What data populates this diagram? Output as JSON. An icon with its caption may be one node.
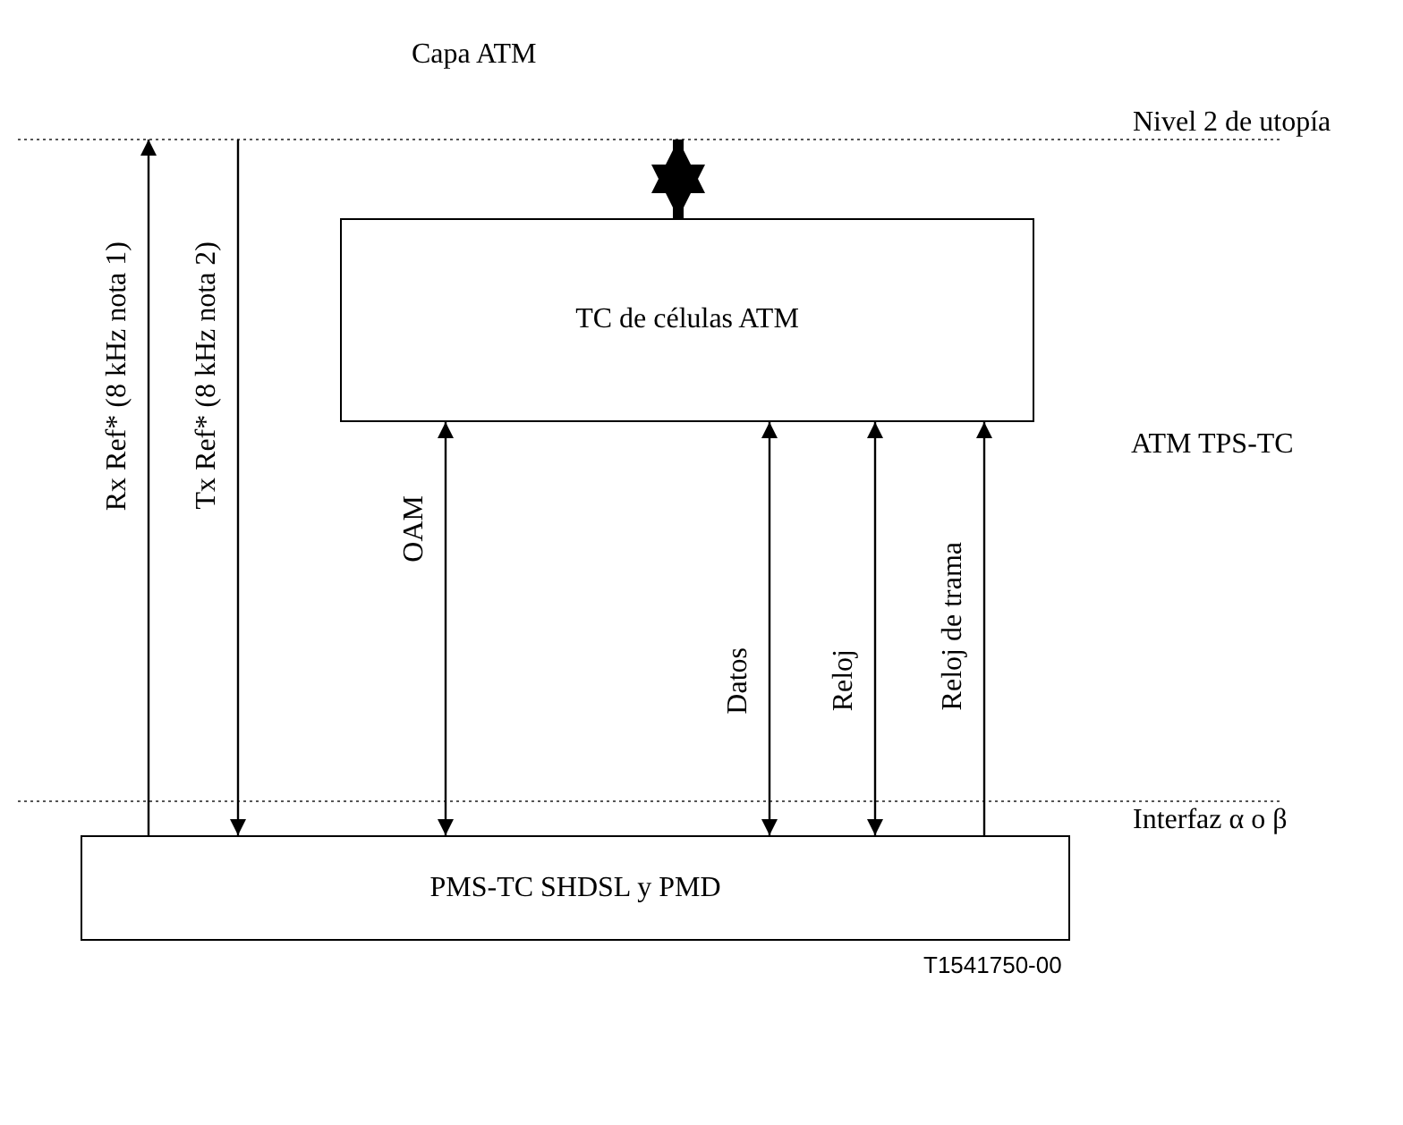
{
  "diagram": {
    "nodes": [
      {
        "text": [
          "TC de células ATM"
        ]
      },
      {
        "text": [
          "PMS-TC SHDSL y PMD"
        ]
      }
    ],
    "edges": [
      {
        "from": 1,
        "to": null,
        "arrow": "to",
        "label": "Rx Ref* (8 kHz nota 1)"
      },
      {
        "from": null,
        "to": 1,
        "arrow": "to",
        "label": "Tx Ref* (8 kHz nota 2)"
      },
      {
        "from": null,
        "to": 0,
        "arrow": "both",
        "style": "thick"
      },
      {
        "from": 0,
        "to": 1,
        "arrow": "both",
        "label": "OAM"
      },
      {
        "from": 0,
        "to": 1,
        "arrow": "both",
        "label": "Datos"
      },
      {
        "from": 0,
        "to": 1,
        "arrow": "both",
        "label": "Reloj"
      },
      {
        "from": 1,
        "to": 0,
        "arrow": "to",
        "label": "Reloj de trama"
      }
    ],
    "labels": [
      "Capa ATM",
      "Nivel 2 de utopía",
      "ATM TPS-TC",
      "Interfaz α o β",
      "T1541750-00"
    ]
  }
}
